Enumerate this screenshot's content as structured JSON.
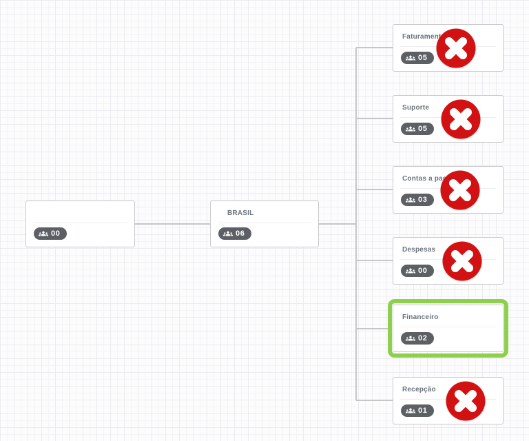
{
  "chart": {
    "root": {
      "title": "",
      "count": "00"
    },
    "parent": {
      "title": "BRASIL",
      "count": "06"
    },
    "departments": [
      {
        "title": "Faturamento",
        "count": "05",
        "removable": true,
        "selected": false
      },
      {
        "title": "Suporte",
        "count": "05",
        "removable": true,
        "selected": false
      },
      {
        "title": "Contas a pagar",
        "count": "03",
        "removable": true,
        "selected": false
      },
      {
        "title": "Despesas",
        "count": "00",
        "removable": true,
        "selected": false
      },
      {
        "title": "Financeiro",
        "count": "02",
        "removable": false,
        "selected": true
      },
      {
        "title": "Recepção",
        "count": "01",
        "removable": true,
        "selected": false
      }
    ]
  },
  "colors": {
    "delete_red": "#d21212",
    "selection_green": "#8ed04e",
    "badge_gray": "#5c6064",
    "connector_gray": "#c6c6c9",
    "title_gray": "#6b737d"
  },
  "icons": {
    "members": "groups-icon",
    "delete": "x-circle-icon"
  }
}
